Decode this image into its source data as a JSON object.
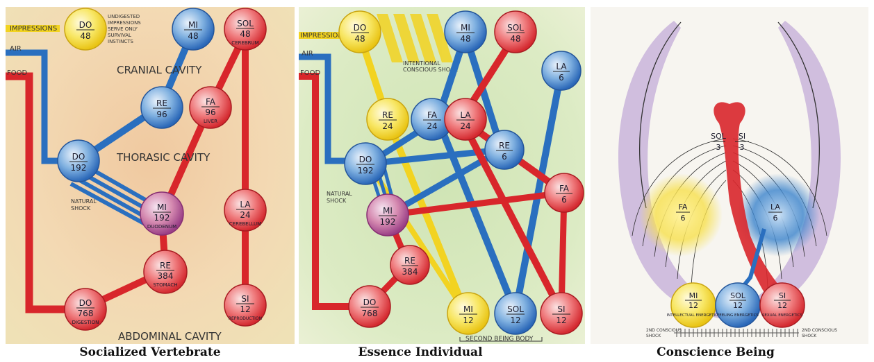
{
  "panels": [
    {
      "caption": "Socialized Vertebrate",
      "labels": {
        "impressions": "IMPRESSIONS",
        "air": "AIR",
        "food": "FOOD",
        "undigested": [
          "UNDIGESTED",
          "IMPRESSIONS",
          "SERVE ONLY",
          "SURVIVAL",
          "INSTINCTS"
        ],
        "cranial": "CRANIAL CAVITY",
        "thorasic": "THORASIC CAVITY",
        "natural_shock": [
          "NATURAL",
          "SHOCK"
        ],
        "abdominal": "ABDOMINAL CAVITY"
      },
      "nodes": {
        "do48": {
          "note": "DO",
          "num": "48"
        },
        "mi48": {
          "note": "MI",
          "num": "48"
        },
        "sol48": {
          "note": "SOL",
          "num": "48",
          "sub": "CEREBRUM"
        },
        "re96": {
          "note": "RE",
          "num": "96"
        },
        "fa96": {
          "note": "FA",
          "num": "96",
          "sub": "LIVER"
        },
        "do192": {
          "note": "DO",
          "num": "192"
        },
        "mi192": {
          "note": "MI",
          "num": "192",
          "sub": "DUODENUM"
        },
        "la24": {
          "note": "LA",
          "num": "24",
          "sub": "CEREBELLUM"
        },
        "re384": {
          "note": "RE",
          "num": "384",
          "sub": "STOMACH"
        },
        "do768": {
          "note": "DO",
          "num": "768",
          "sub": "DIGESTION"
        },
        "si12": {
          "note": "SI",
          "num": "12",
          "sub": "REPRODUCTION"
        }
      }
    },
    {
      "caption": "Essence Individual",
      "labels": {
        "impressions": "IMPRESSIONS",
        "air": "AIR",
        "food": "FOOD",
        "intentional": [
          "INTENTIONAL",
          "CONSCIOUS SHOCK"
        ],
        "natural_shock": [
          "NATURAL",
          "SHOCK"
        ],
        "second_body": "SECOND BEING BODY"
      },
      "nodes": {
        "do48": {
          "note": "DO",
          "num": "48"
        },
        "mi48": {
          "note": "MI",
          "num": "48"
        },
        "sol48": {
          "note": "SOL",
          "num": "48"
        },
        "la6": {
          "note": "LA",
          "num": "6"
        },
        "re24": {
          "note": "RE",
          "num": "24"
        },
        "fa24": {
          "note": "FA",
          "num": "24"
        },
        "la24": {
          "note": "LA",
          "num": "24"
        },
        "re6": {
          "note": "RE",
          "num": "6"
        },
        "do192": {
          "note": "DO",
          "num": "192"
        },
        "fa6": {
          "note": "FA",
          "num": "6"
        },
        "mi192": {
          "note": "MI",
          "num": "192"
        },
        "re384": {
          "note": "RE",
          "num": "384"
        },
        "do768": {
          "note": "DO",
          "num": "768"
        },
        "mi12": {
          "note": "MI",
          "num": "12"
        },
        "sol12": {
          "note": "SOL",
          "num": "12"
        },
        "si12": {
          "note": "SI",
          "num": "12"
        }
      }
    },
    {
      "caption": "Conscience Being",
      "labels": {
        "shock_left": [
          "2ND CONSCIOUS",
          "SHOCK"
        ],
        "shock_right": [
          "2ND CONSCIOUS",
          "SHOCK"
        ]
      },
      "nodes": {
        "sol3": {
          "note": "SOL",
          "num": "3"
        },
        "si3": {
          "note": "SI",
          "num": "3"
        },
        "fa6": {
          "note": "FA",
          "num": "6"
        },
        "la6": {
          "note": "LA",
          "num": "6"
        },
        "mi12": {
          "note": "MI",
          "num": "12",
          "sub": "INTELLECTUAL ENERGETICS"
        },
        "sol12": {
          "note": "SOL",
          "num": "12",
          "sub": "FEELING ENERGETICS"
        },
        "si12": {
          "note": "SI",
          "num": "12",
          "sub": "SEXUAL ENERGETICS"
        }
      }
    }
  ],
  "colors": {
    "red": "#d8262b",
    "blue": "#2a6fbf",
    "yellow": "#f2d321",
    "purple": "#8a5fb0"
  }
}
